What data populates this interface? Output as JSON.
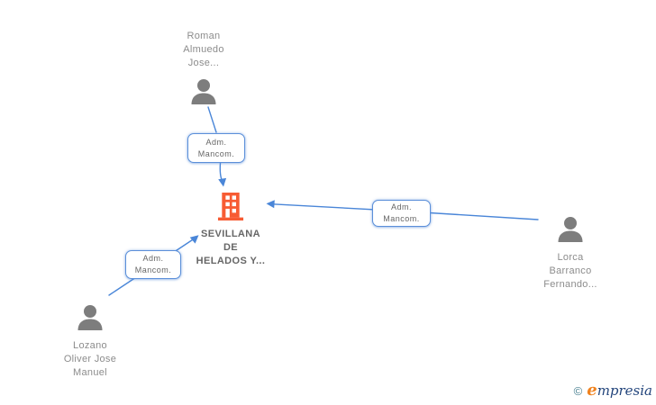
{
  "diagram": {
    "company": {
      "name_line1": "SEVILLANA",
      "name_line2": "DE",
      "name_line3": "HELADOS Y..."
    },
    "persons": [
      {
        "id": "roman",
        "line1": "Roman",
        "line2": "Almuedo",
        "line3": "Jose..."
      },
      {
        "id": "lorca",
        "line1": "Lorca",
        "line2": "Barranco",
        "line3": "Fernando..."
      },
      {
        "id": "lozano",
        "line1": "Lozano",
        "line2": "Oliver Jose",
        "line3": "Manuel"
      }
    ],
    "relations": [
      {
        "from": "roman",
        "to": "company",
        "line1": "Adm.",
        "line2": "Mancom."
      },
      {
        "from": "lorca",
        "to": "company",
        "line1": "Adm.",
        "line2": "Mancom."
      },
      {
        "from": "lozano",
        "to": "company",
        "line1": "Adm.",
        "line2": "Mancom."
      }
    ],
    "icons": {
      "person": "person-silhouette-icon",
      "company": "building-icon"
    },
    "colors": {
      "edge_blue": "#4a86d8",
      "relation_box_border": "#5b8fd9",
      "relation_label_text": "#666666",
      "person_icon_gray": "#7d7d7d",
      "person_name_gray": "#8c8c8c",
      "company_name_gray": "#666666",
      "building_orange": "#f75b33",
      "logo_copyright_teal": "#4a8191",
      "logo_e_orange": "#f0821e",
      "logo_text_navy": "#23457c"
    }
  },
  "footer": {
    "copyright_symbol": "©",
    "brand_first_letter": "e",
    "brand_rest": "mpresia"
  }
}
